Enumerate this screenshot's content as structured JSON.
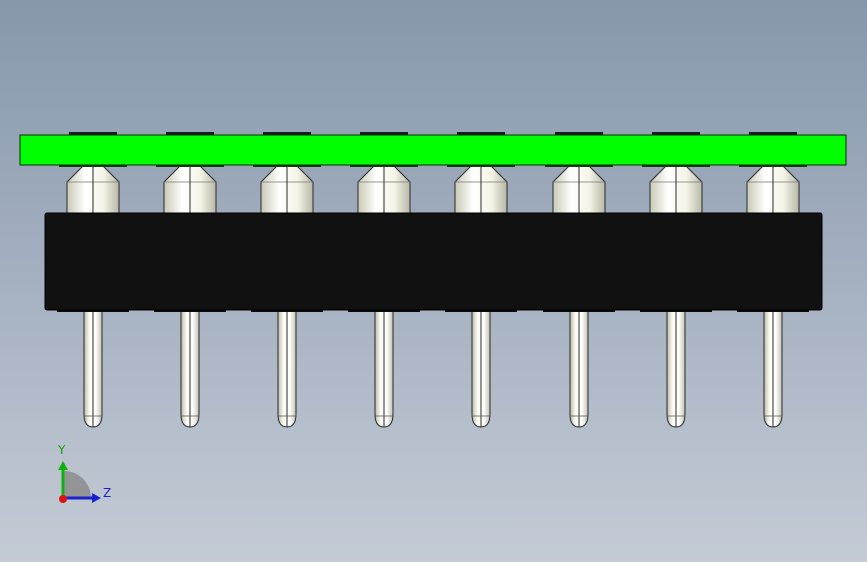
{
  "viewport": {
    "background_top": "#8797ac",
    "background_bottom": "#c4cbd5"
  },
  "model": {
    "board_color": "#00ff00",
    "housing_color": "#111111",
    "pin_color": "#f5f5ec",
    "pin_count": 8
  },
  "triad": {
    "y_label": "Y",
    "z_label": "Z",
    "y_color": "#10b010",
    "z_color": "#1a22d0",
    "origin_color": "#dd1111"
  }
}
